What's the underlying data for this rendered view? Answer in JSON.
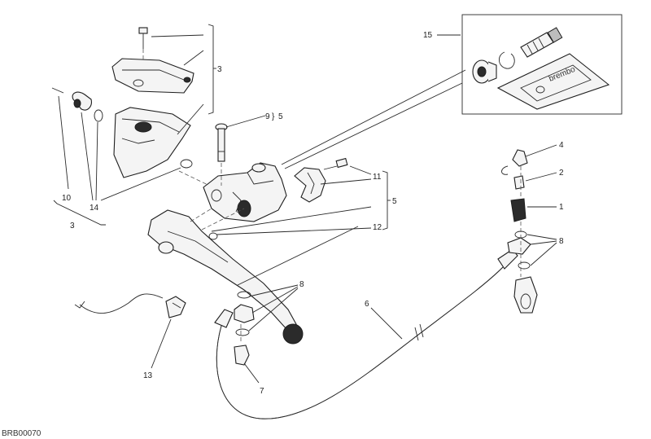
{
  "diagram_code": "BRB00070",
  "callouts": {
    "c1": "1",
    "c2": "2",
    "c3_top": "3",
    "c3_bottom": "3",
    "c4": "4",
    "c5_top": "5",
    "c5_right": "5",
    "c6": "6",
    "c7": "7",
    "c8_right": "8",
    "c8_center": "8",
    "c9": "9",
    "c10": "10",
    "c11": "11",
    "c12": "12",
    "c13": "13",
    "c14": "14",
    "c15": "15"
  },
  "kit_brand": "brembo"
}
